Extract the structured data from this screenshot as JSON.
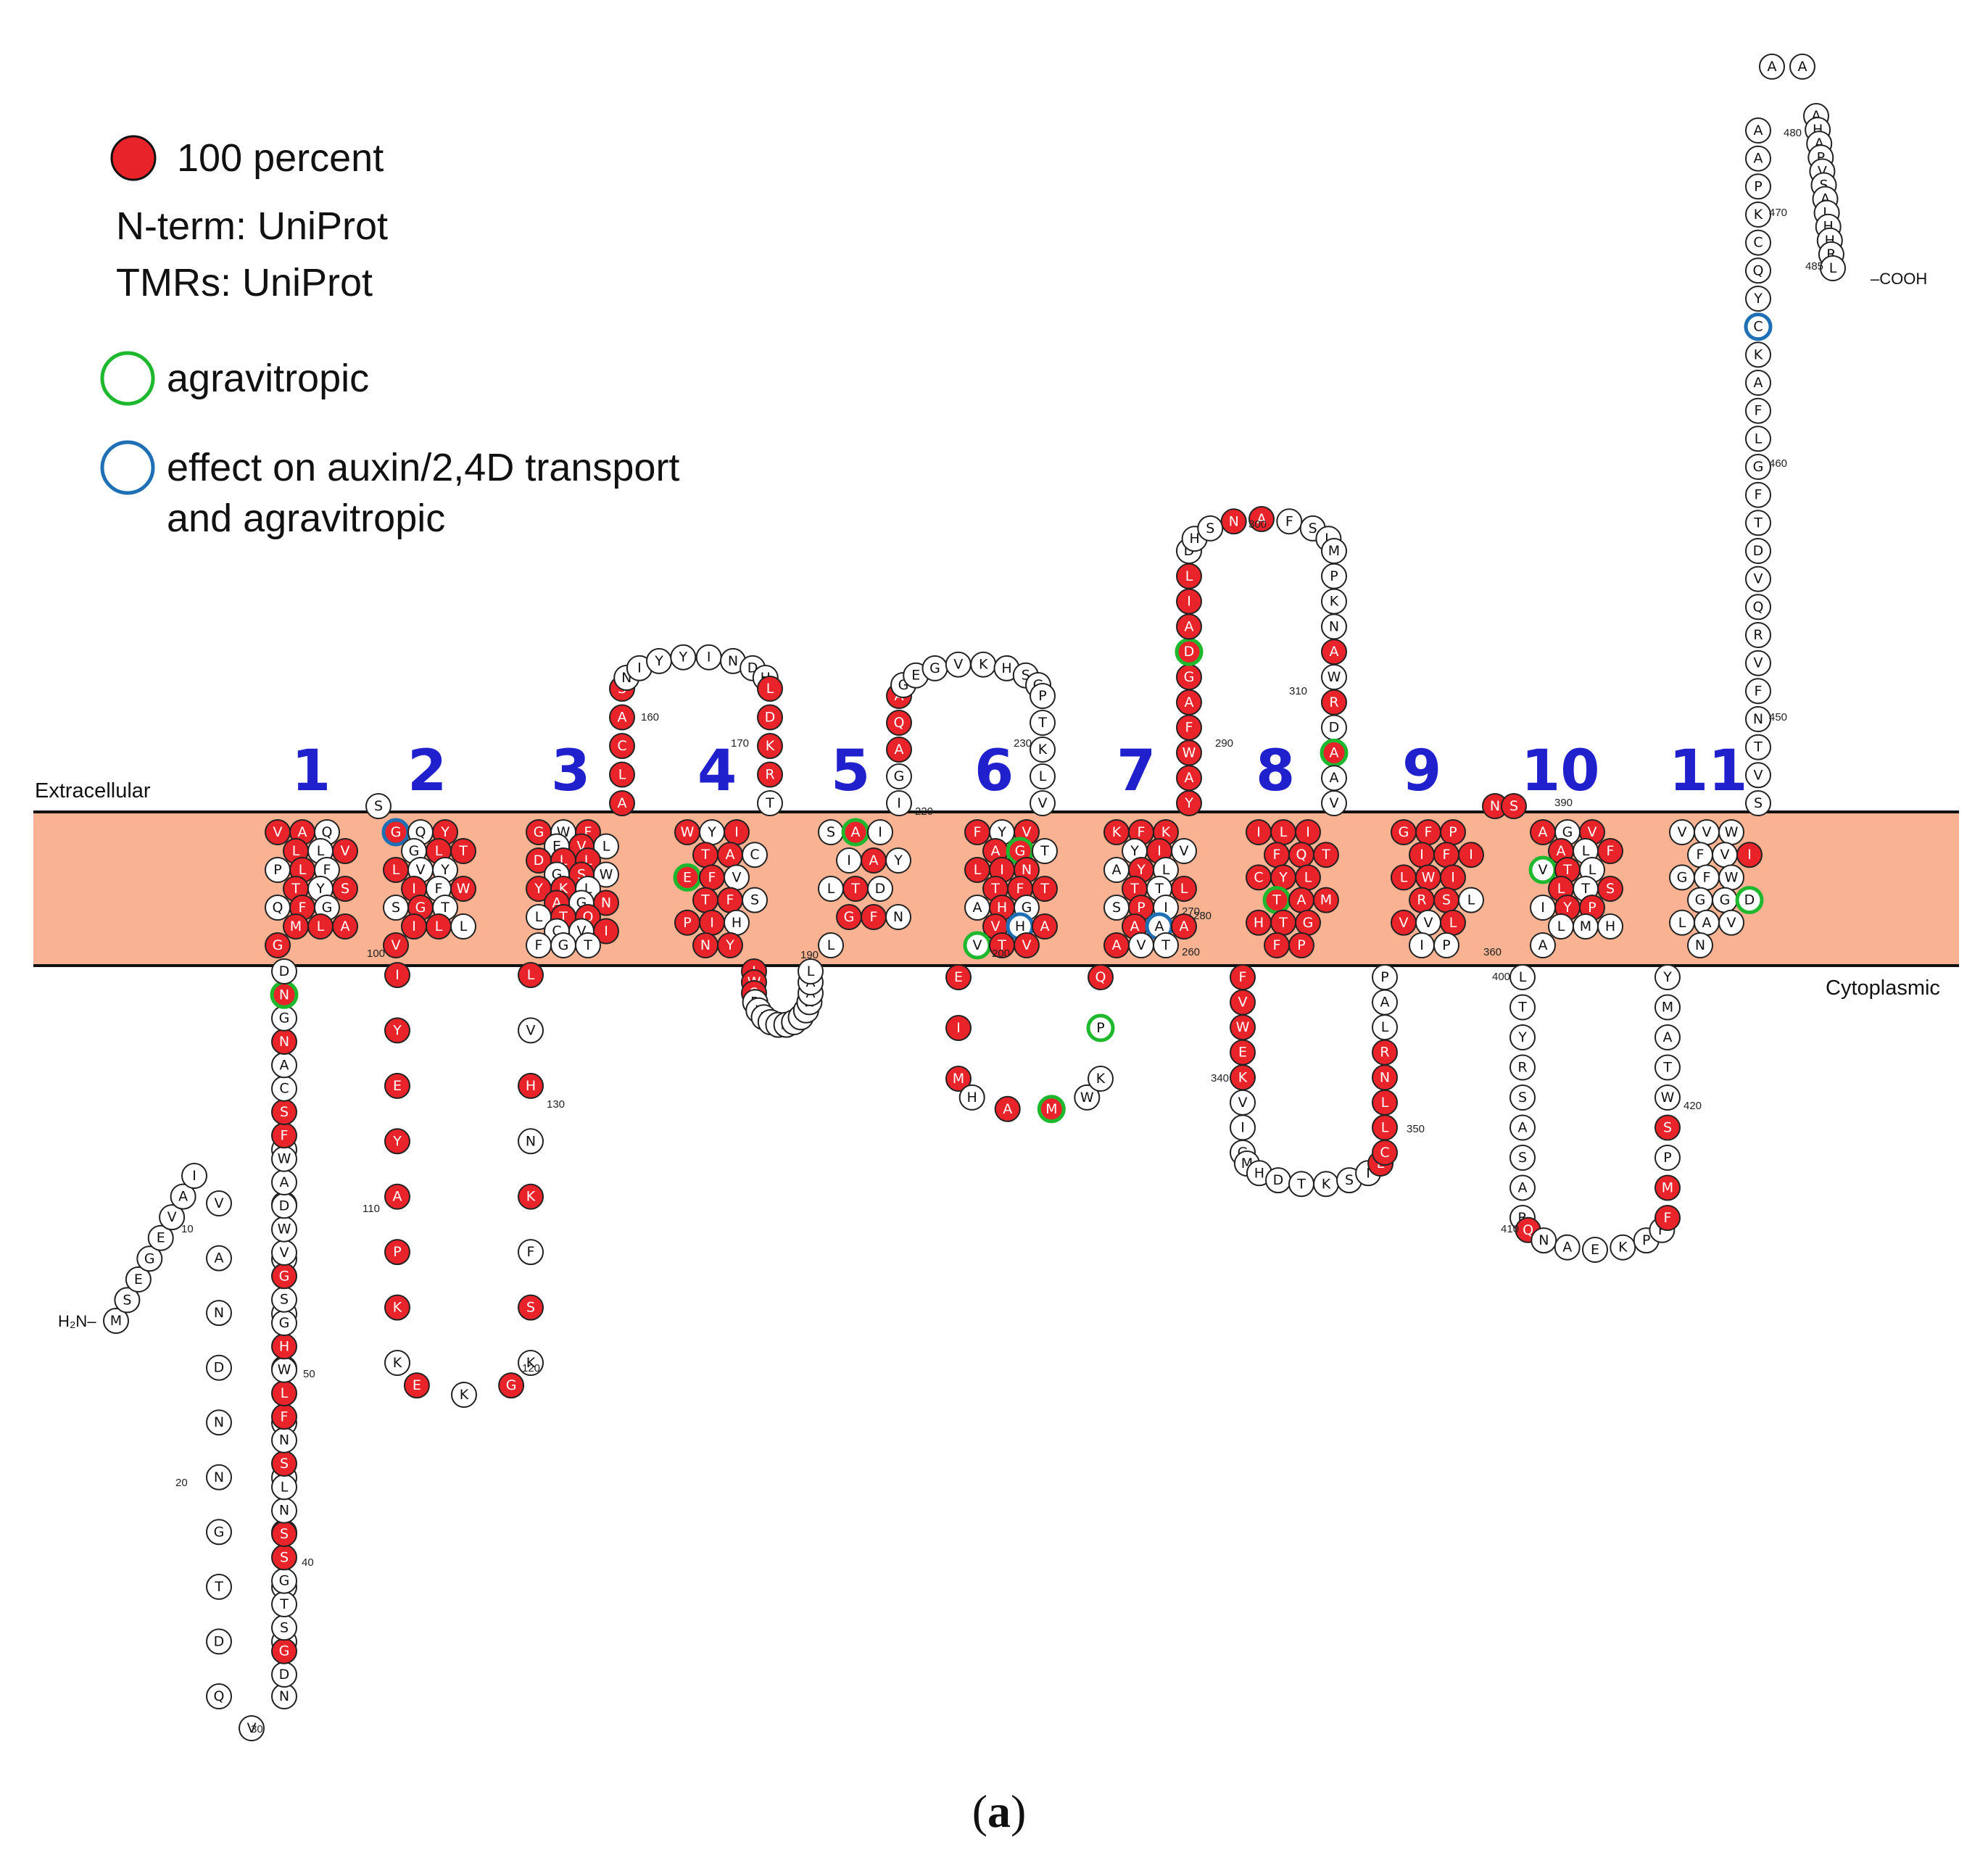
{
  "legend": {
    "full_conservation": "100 percent",
    "nterm_source": "N-term: UniProt",
    "tmr_source": "TMRs: UniProt",
    "agravitropic": "agravitropic",
    "auxin_line1": "effect on auxin/2,4D transport",
    "auxin_line2": "and agravitropic"
  },
  "labels": {
    "extracellular": "Extracellular",
    "cytoplasmic": "Cytoplasmic",
    "n_term": "H₂N–",
    "c_term": "–COOH",
    "panel_open": "(",
    "panel_letter": "a",
    "panel_close": ")"
  },
  "tmr_numbers": [
    "1",
    "2",
    "3",
    "4",
    "5",
    "6",
    "7",
    "8",
    "9",
    "10",
    "11"
  ],
  "position_labels": [
    "10",
    "20",
    "30",
    "40",
    "50",
    "100",
    "110",
    "120",
    "130",
    "160",
    "170",
    "190",
    "200",
    "220",
    "230",
    "260",
    "270",
    "280",
    "290",
    "300",
    "310",
    "340",
    "350",
    "360",
    "390",
    "400",
    "410",
    "420",
    "450",
    "460",
    "470",
    "480",
    "485"
  ],
  "colors": {
    "membrane": "#f9b392",
    "conserved": "#e8242a",
    "agravitropic_ring": "#1db82e",
    "auxin_ring": "#1f6fb5",
    "tmr_number": "#2020cc",
    "plain": "#ffffff"
  },
  "sequence": {
    "nterm_up": "MSEGEVAI",
    "nterm_loop": "VANDNNGTDQVNGNRTGKDNEH",
    "nterm_rise": "DGSTGSSNLSNFLWHGSGVWDAWFSCANGND",
    "tm1": "VAQLLVPLFTYSQFGMLAG",
    "ecl1": "S",
    "tm2": "GQYGLTLVYIFWSGTILLV",
    "icl1": "IYEYAPKKEKGKSFKNHVL",
    "tm3": "GWFEVLDLLGSWYKLAGNLTQCVIFGT",
    "ecl2": "ALCASNIYYINDHLDKRT",
    "tm4": "WYITACEFVTFSPIHNY",
    "icl2": "IWSRLFLGMTTYWAAL",
    "tm5": "SAIIAYLTDGFNL",
    "ecl3": "IGAQAGEGVKHSGPTKLV",
    "tm6": "FYVAGTLINTFTAHGVHAVTV",
    "icl3": "EIMHAMWKPQ",
    "tm7": "KFKYIVAYLTTLSPIAAAAVT",
    "ecl4": "YAWFAGDAILDHSNAFSLMPKNAWRDAAV",
    "tm8": "ILIFQTCYLTAMHTGFP",
    "icl4": "FVWEKVIGMHDTKSILCLLNRLAP",
    "tm9": "GFPIFILWIRSLVVLIP",
    "ecl5": "NS",
    "tm10": "AGVALFVTLLTSIYPLMHA",
    "icl5": "LTYRSASARQNAEKPFFMPSWTAMY",
    "tm11": "VVWFVIGFWGGDLAVN",
    "cterm": "SVTNFVRQVDTFGLFAKCYQCKPAAAAAHAPVSALHHRL"
  }
}
